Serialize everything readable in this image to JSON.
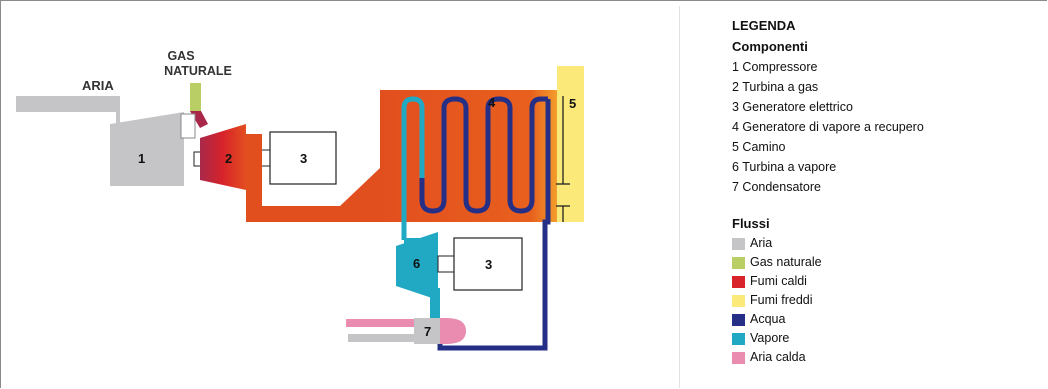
{
  "diagram": {
    "labels": {
      "aria": "ARIA",
      "gas_line1": "GAS",
      "gas_line2": "NATURALE",
      "n1": "1",
      "n2": "2",
      "n3a": "3",
      "n3b": "3",
      "n4": "4",
      "n5": "5",
      "n6": "6",
      "n7": "7"
    },
    "colors": {
      "aria": "#c5c5c8",
      "gas_naturale": "#b9cf66",
      "fumi_caldi": "#e24f1f",
      "fumi_caldi_dark": "#a9284a",
      "fumi_freddi": "#fbe97a",
      "acqua": "#252f86",
      "vapore": "#21a9c4",
      "aria_calda": "#ea8bb0"
    }
  },
  "legend": {
    "title": "LEGENDA",
    "components_title": "Componenti",
    "components": [
      "1 Compressore",
      "2 Turbina a gas",
      "3 Generatore elettrico",
      "4 Generatore di vapore a recupero",
      "5 Camino",
      "6 Turbina a vapore",
      "7 Condensatore"
    ],
    "flows_title": "Flussi",
    "flows": [
      {
        "label": "Aria",
        "color": "#c5c5c8"
      },
      {
        "label": "Gas naturale",
        "color": "#b9cf66"
      },
      {
        "label": "Fumi caldi",
        "color": "#d8232a"
      },
      {
        "label": "Fumi freddi",
        "color": "#fbe97a"
      },
      {
        "label": "Acqua",
        "color": "#252f86"
      },
      {
        "label": "Vapore",
        "color": "#21a9c4"
      },
      {
        "label": "Aria calda",
        "color": "#ea8bb0"
      }
    ]
  }
}
